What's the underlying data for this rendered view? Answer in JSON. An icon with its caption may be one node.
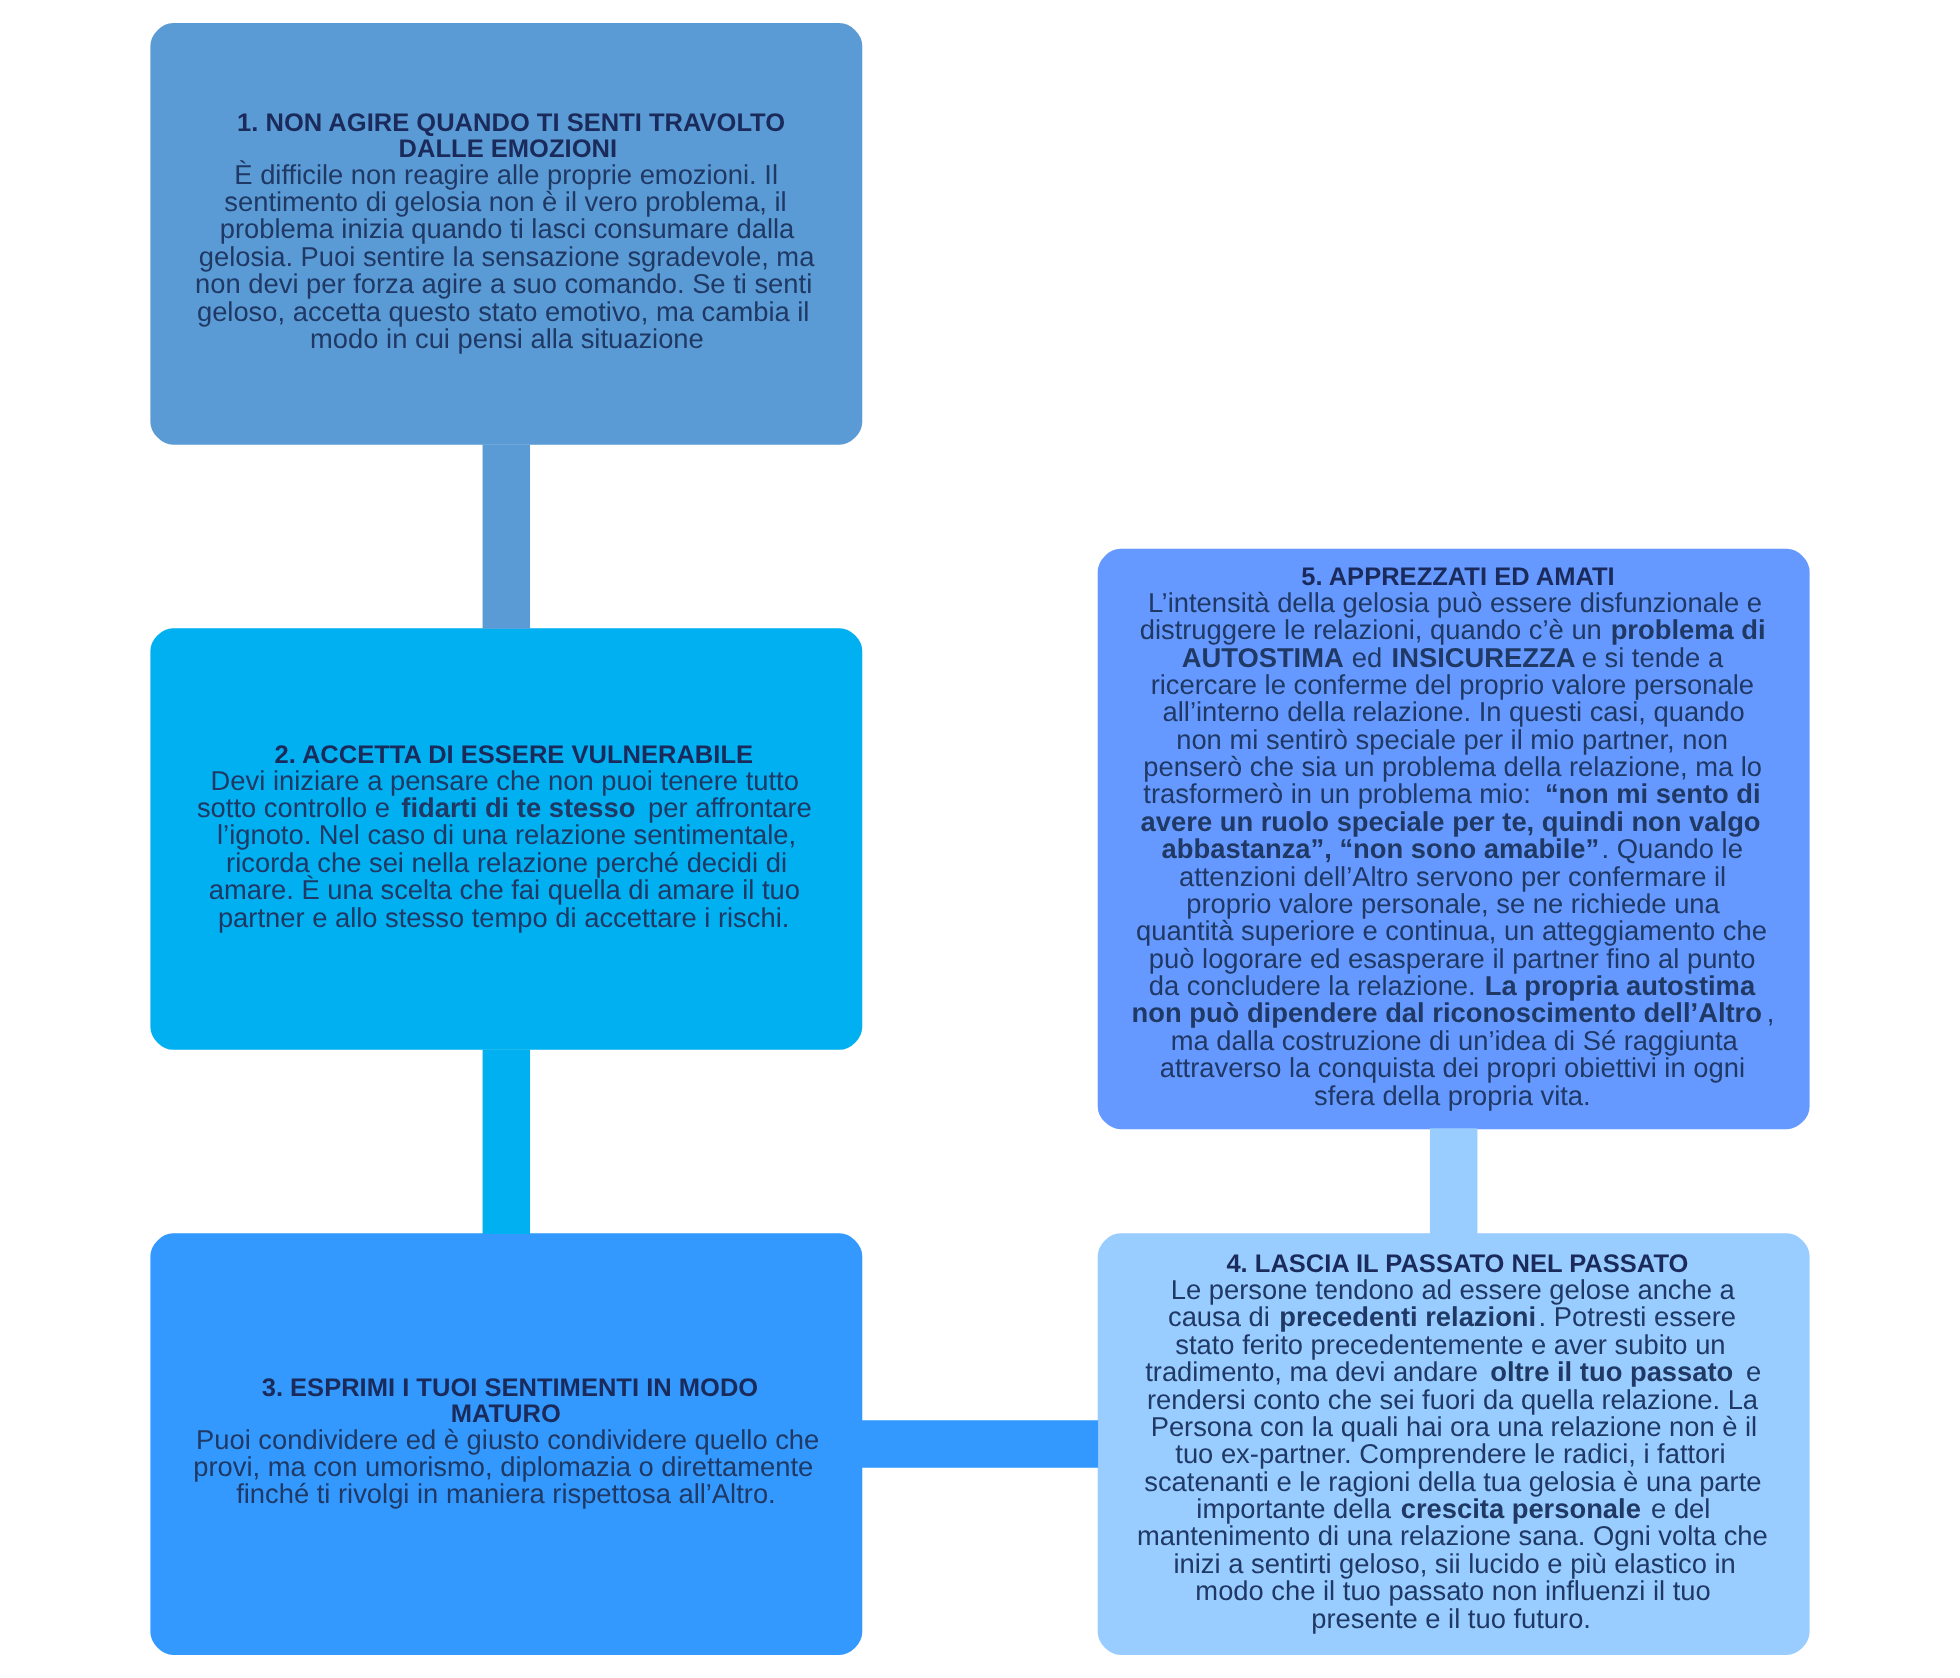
{
  "diagram": {
    "nodes": [
      {
        "text": [
          "1. NON AGIRE QUANDO TI SENTI TRAVOLTO DALLE EMOZIONI",
          "È difficile non reagire alle proprie emozioni. Il sentimento di gelosia non è il vero problema, il problema inizia quando ti lasci consumare dalla gelosia. Puoi sentire la sensazione sgradevole, ma non devi per forza agire a suo comando. Se ti senti geloso, accetta questo stato emotivo, ma cambia il modo in cui pensi alla situazione"
        ]
      },
      {
        "text": [
          "2. ACCETTA DI ESSERE VULNERABILE",
          "Devi iniziare a pensare che non puoi tenere tutto sotto controllo e **fidarti di te stesso** per affrontare l’ignoto. Nel caso di una relazione sentimentale, ricorda che sei nella relazione perché decidi di amare. È una scelta che fai quella di amare il tuo partner e allo stesso tempo di accettare i rischi."
        ]
      },
      {
        "text": [
          "3. ESPRIMI I TUOI SENTIMENTI IN MODO MATURO",
          "Puoi condividere ed è giusto condividere quello che provi, ma con umorismo, diplomazia o direttamente finché ti rivolgi in maniera rispettosa all’Altro."
        ]
      },
      {
        "text": [
          "4. LASCIA IL PASSATO NEL PASSATO",
          "Le persone tendono ad essere gelose anche a causa di **precedenti relazioni**. Potresti essere stato ferito precedentemente e aver subito un tradimento, ma devi andare **oltre il tuo passato** e rendersi conto che sei fuori da quella relazione. La Persona con la quali hai ora una relazione non è il tuo ex-partner. Comprendere le radici, i fattori scatenanti e le ragioni della tua gelosia è una parte importante della **crescita personale** e del mantenimento di una relazione sana. Ogni volta che inizi a sentirti geloso, sii lucido e più elastico in modo che il tuo passato non influenzi il tuo presente e il tuo futuro."
        ]
      },
      {
        "text": [
          "5. APPREZZATI ED AMATI",
          "L’intensità della gelosia può essere disfunzionale e distruggere le relazioni, quando c’è un **problema di AUTOSTIMA** ed **INSICUREZZA** e si tende a ricercare le conferme del proprio valore personale all’interno della relazione. In questi casi, quando non mi sentirò speciale per il mio partner, non penserò che sia un problema della relazione, ma lo trasformerò in un problema mio: **“non mi sento di avere un ruolo speciale per te, quindi non valgo abbastanza”, “non sono amabile”**. Quando le attenzioni dell’Altro servono per confermare il proprio valore personale, se ne richiede una quantità superiore e continua, un atteggiamento che può logorare ed esasperare il partner fino al punto da concludere la relazione. **La propria autostima non può dipendere dal riconoscimento dell’Altro**, ma dalla costruzione di un’idea di Sé raggiunta attraverso la conquista dei propri obiettivi in ogni sfera della propria vita."
        ]
      }
    ],
    "edges": [
      {
        "from": 0,
        "to": 1,
        "arrow": "none",
        "color": "#5b9bd5"
      },
      {
        "from": 1,
        "to": 2,
        "arrow": "none",
        "color": "#00b0f0"
      },
      {
        "from": 2,
        "to": 3,
        "arrow": "none",
        "color": "#3399ff"
      },
      {
        "from": 3,
        "to": 4,
        "arrow": "none",
        "color": "#99ccff"
      }
    ]
  }
}
